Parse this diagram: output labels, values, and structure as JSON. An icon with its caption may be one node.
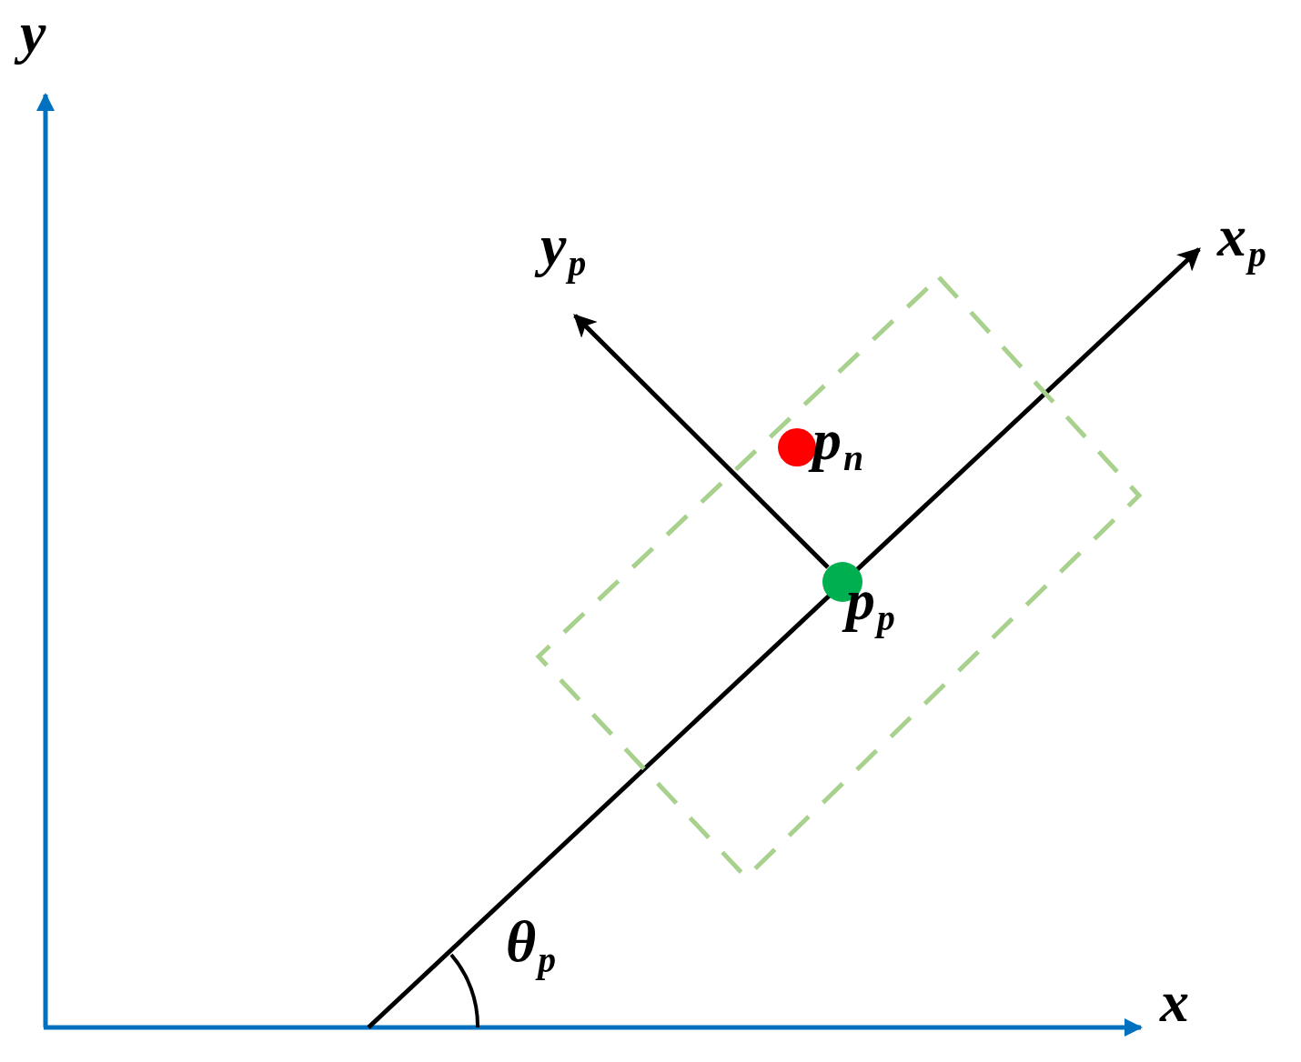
{
  "diagram": {
    "nodes": [
      {
        "text": [],
        "shape": "box"
      },
      {
        "text": [],
        "shape": "circle",
        "beside": [
          "p$_{n}$"
        ],
        "in": 0
      },
      {
        "text": [],
        "shape": "circle",
        "beside": [
          "p$_{p}$"
        ],
        "in": 0
      }
    ],
    "labels": [
      "y",
      "y$_{p}$",
      "x$_{p}$",
      "θ$_{p}$",
      "x"
    ]
  }
}
